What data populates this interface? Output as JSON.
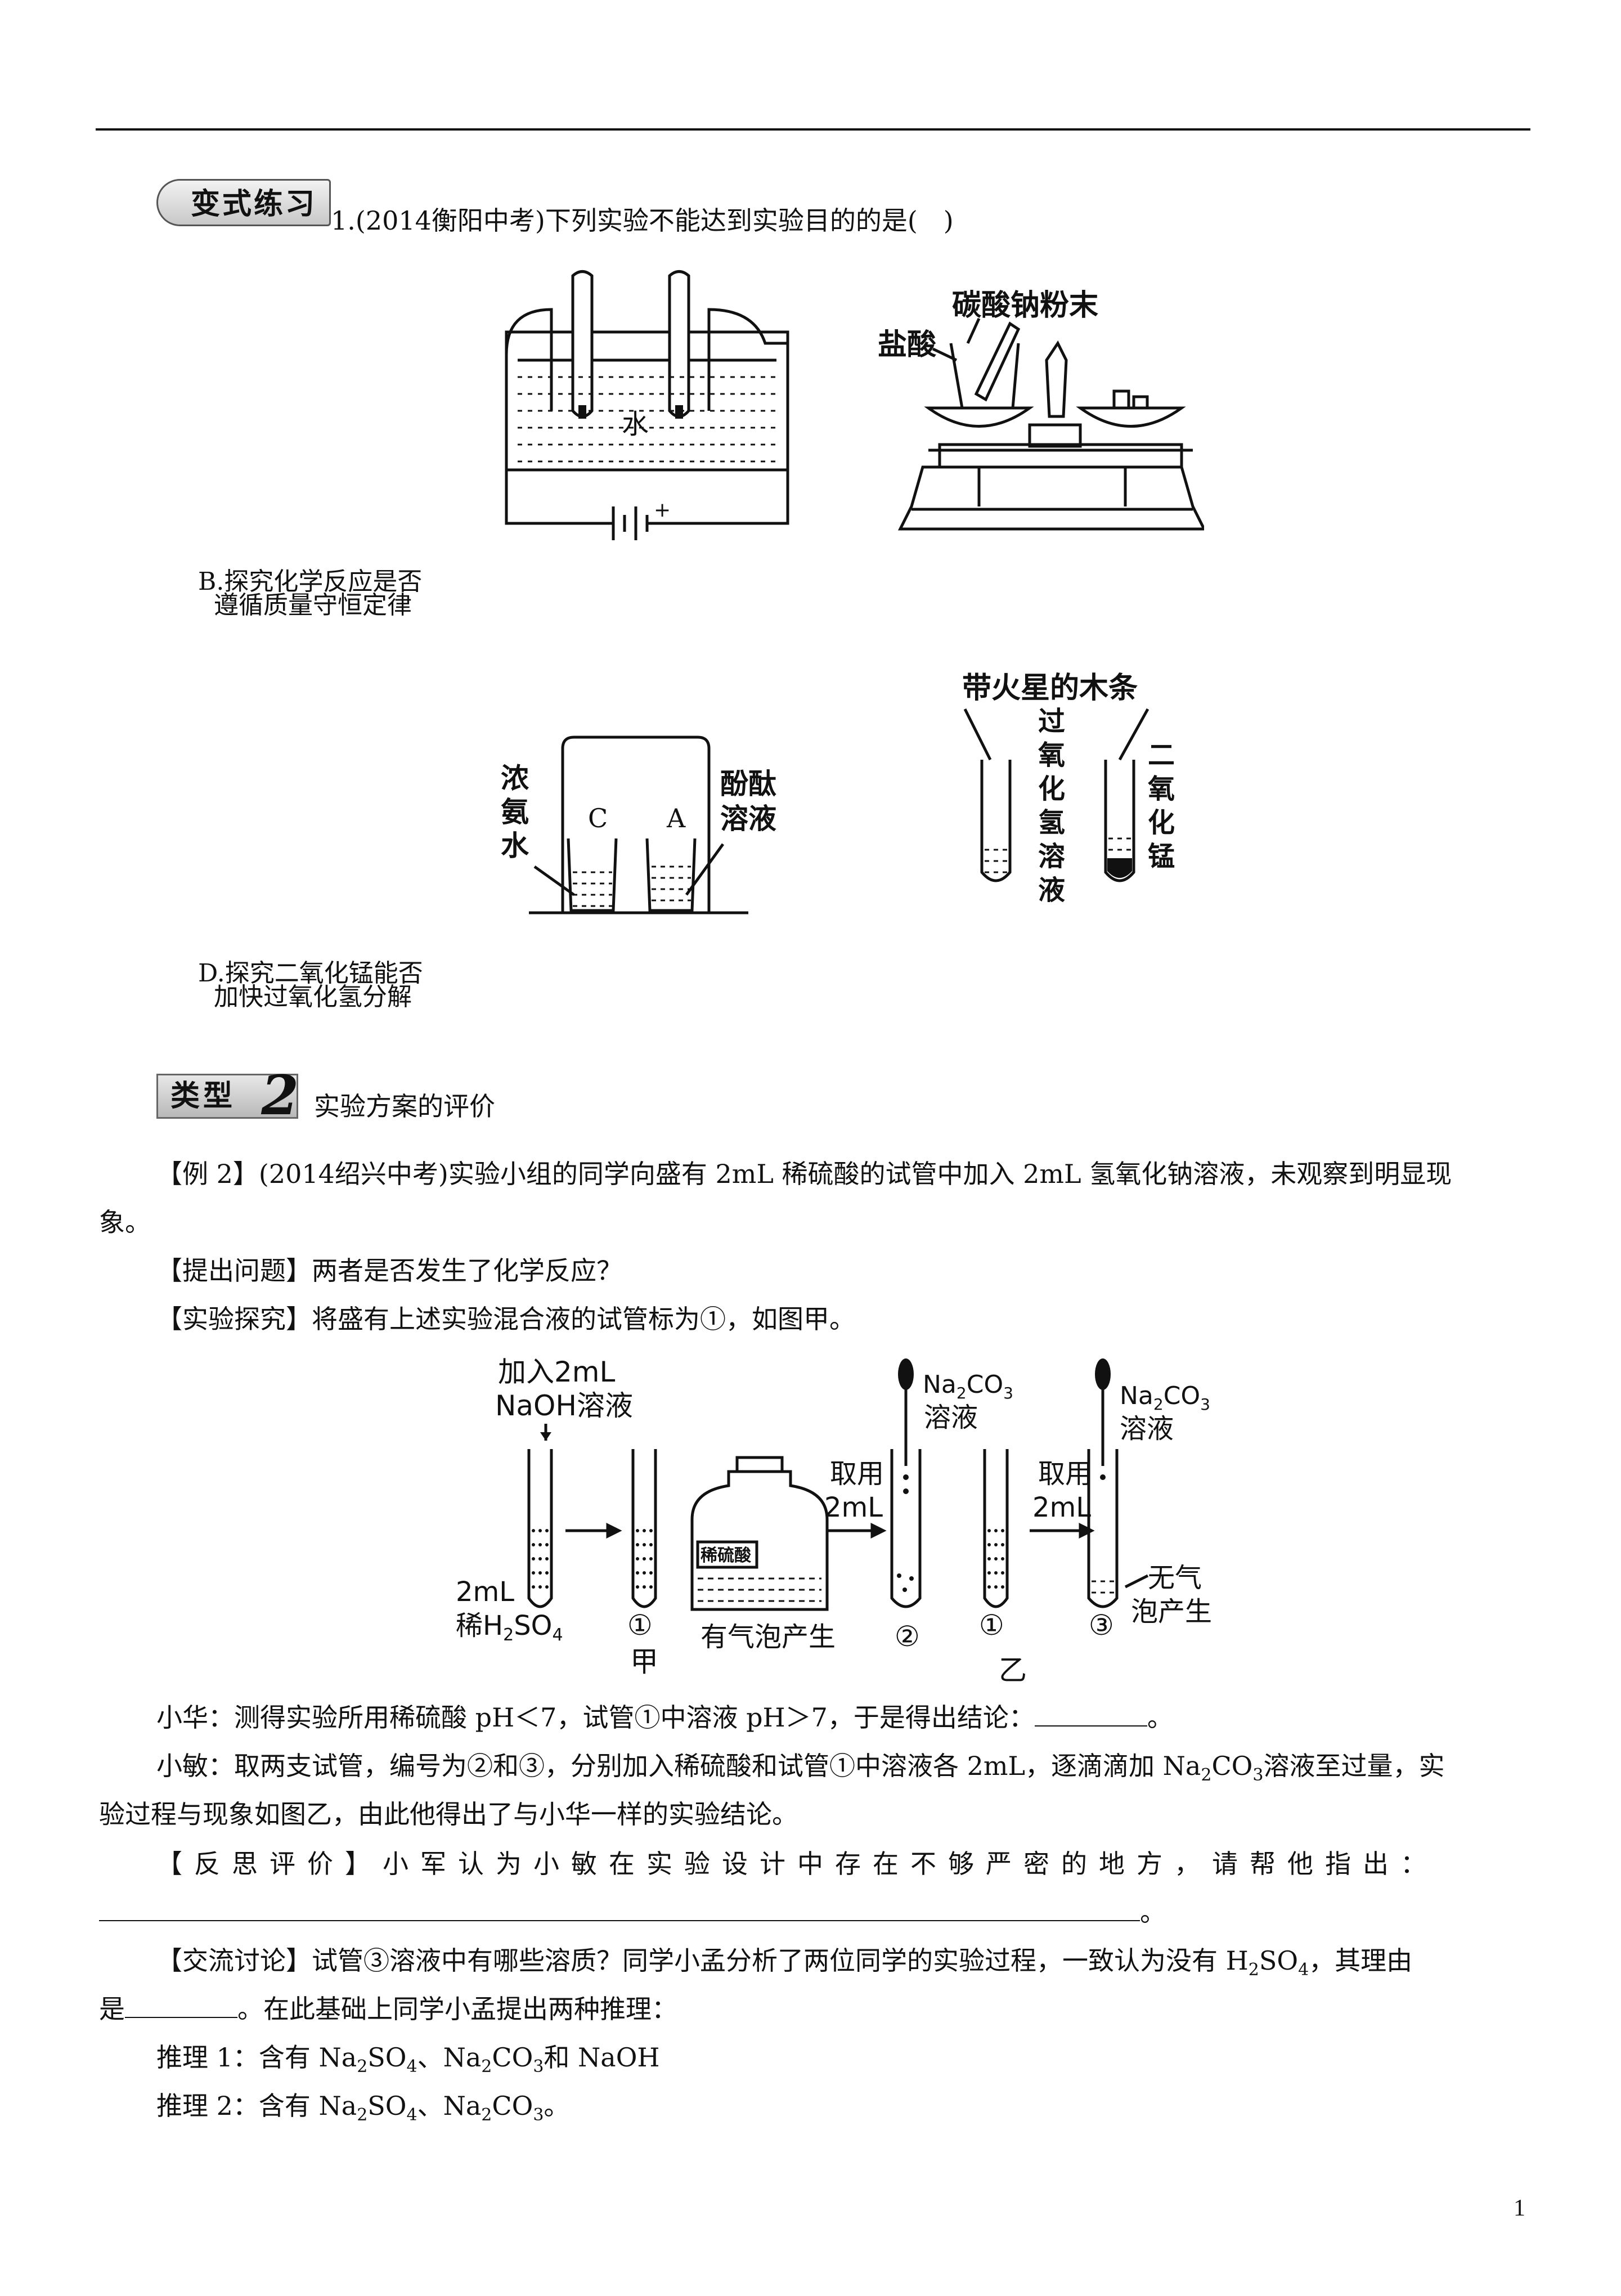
{
  "page": {
    "number": "1"
  },
  "section1": {
    "badge": "变式练习",
    "question": "1.(2014衡阳中考)下列实验不能达到实验目的的是(　)",
    "fig_a": {
      "label_water": "水",
      "minus": "—",
      "plus": "+"
    },
    "fig_b": {
      "label_powder": "碳酸钠粉末",
      "label_acid": "盐酸",
      "caption_line1": "B.探究化学反应是否",
      "caption_line2": "遵循质量守恒定律"
    },
    "fig_c": {
      "label_ammonia": [
        "浓",
        "氨",
        "水"
      ],
      "label_c": "C",
      "label_a": "A",
      "label_phenol": [
        "酚酞",
        "溶液"
      ]
    },
    "fig_d": {
      "label_splint": "带火星的木条",
      "label_h2o2": [
        "过",
        "氧",
        "化",
        "氢",
        "溶",
        "液"
      ],
      "label_mno2": [
        "二",
        "氧",
        "化",
        "锰"
      ],
      "caption_line1": "D.探究二氧化锰能否",
      "caption_line2": "加快过氧化氢分解"
    }
  },
  "section2": {
    "badge": "类型",
    "badge_num": "2",
    "title": "实验方案的评价",
    "example_line1": "【例 2】(2014绍兴中考)实验小组的同学向盛有 2mL 稀硫酸的试管中加入 2mL 氢氧化钠溶液，未观察到明显现",
    "example_line2": "象。",
    "question_label": "【提出问题】两者是否发生了化学反应？",
    "explore_label": "【实验探究】将盛有上述实验混合液的试管标为①，如图甲。",
    "fig_jia": {
      "add_line1": "加入2mL",
      "add_line2": "NaOH溶液",
      "vol": "2mL",
      "acid": "稀H",
      "acid_sub": "2",
      "acid_tail": "SO",
      "acid_sub2": "4",
      "tube1": "①",
      "caption": "甲"
    },
    "fig_yi": {
      "bottle_label": "稀硫酸",
      "take1": "取用",
      "take2": "2mL",
      "na2co3": "Na",
      "na2co3_sub": "2",
      "na2co3_mid": "CO",
      "na2co3_sub2": "3",
      "solution": "溶液",
      "bubble": "有气泡产生",
      "tube2": "②",
      "tube1": "①",
      "tube3": "③",
      "no_gas_1": "无气",
      "no_gas_2": "泡产生",
      "caption": "乙"
    },
    "xiaohua": "小华：测得实验所用稀硫酸 pH＜7，试管①中溶液 pH＞7，于是得出结论：",
    "xiaohua_end": "。",
    "xiaomin_line1_a": "小敏：取两支试管，编号为②和③，分别加入稀硫酸和试管①中溶液各 2mL，逐滴滴加 Na",
    "xiaomin_line1_b": "CO",
    "xiaomin_line1_c": "溶液至过量，实",
    "xiaomin_line2": "验过程与现象如图乙，由此他得出了与小华一样的实验结论。",
    "reflect": "【反思评价】小军认为小敏在实验设计中存在不够严密的地方，请帮他指出：",
    "reflect_end": "。",
    "discuss_a": "【交流讨论】试管③溶液中有哪些溶质？同学小孟分析了两位同学的实验过程，一致认为没有 H",
    "discuss_b": "SO",
    "discuss_c": "，其理由",
    "discuss_line2_a": "是",
    "discuss_line2_b": "。在此基础上同学小孟提出两种推理：",
    "infer1_a": "推理 1：含有 Na",
    "infer1_b": "SO",
    "infer1_c": "、Na",
    "infer1_d": "CO",
    "infer1_e": "和 NaOH",
    "infer2_a": "推理 2：含有 Na",
    "infer2_b": "SO",
    "infer2_c": "、Na",
    "infer2_d": "CO",
    "infer2_e": "。",
    "sub2": "2",
    "sub3": "3",
    "sub4": "4"
  }
}
